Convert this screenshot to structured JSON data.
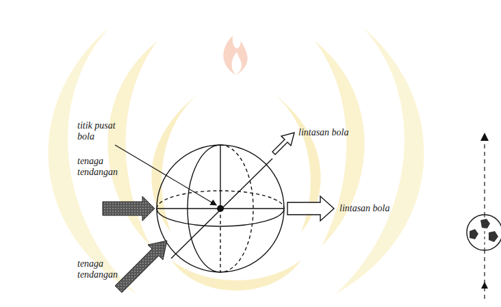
{
  "diagram": {
    "labels": [
      "titik pusat bola",
      "tenaga tendangan",
      "lintasan bola",
      "lintasan bola",
      "tenaga tendangan"
    ]
  }
}
